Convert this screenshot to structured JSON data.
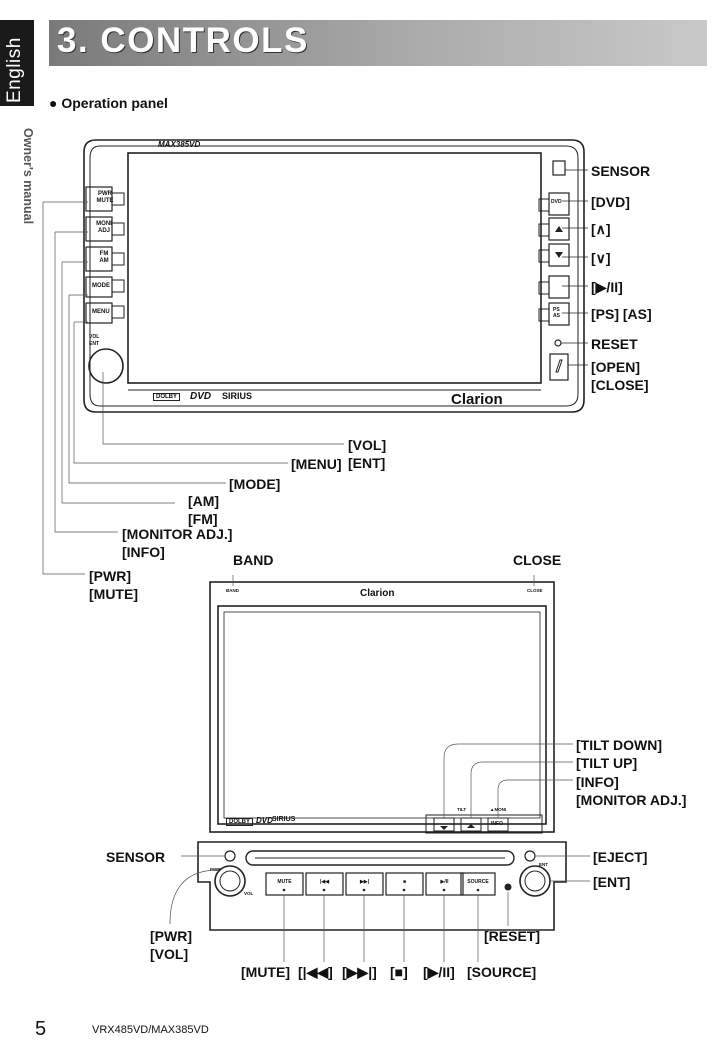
{
  "side_tab": {
    "language": "English",
    "caption": "Owner's manual"
  },
  "header": {
    "title": "3.  CONTROLS",
    "section": "● Operation panel"
  },
  "panel1": {
    "model": "MAX385VD",
    "brand": "Clarion",
    "logos": {
      "dolby": "DOLBY",
      "dvd": "DVD",
      "sirius": "SIRIUS"
    },
    "buttons": {
      "pwr": "PWR",
      "mute": "MUTE",
      "moni": "MONI",
      "adj": "ADJ",
      "fm": "FM",
      "am": "AM",
      "mode": "MODE",
      "menu": "MENU",
      "vol": "VOL",
      "ent": "ENT",
      "dvd": "DVD",
      "ps": "PS",
      "as": "AS"
    },
    "callouts_right": {
      "sensor": "SENSOR",
      "dvd": "[DVD]",
      "up": "[∧]",
      "down": "[∨]",
      "play": "[▶/II]",
      "ps_as": "[PS] [AS]",
      "reset": "RESET",
      "open": "[OPEN]",
      "close": "[CLOSE]"
    },
    "callouts_bottom": {
      "vol": "[VOL]",
      "ent": "[ENT]",
      "menu": "[MENU]",
      "mode": "[MODE]",
      "am": "[AM]",
      "fm": "[FM]",
      "monitor": "[MONITOR ADJ.]",
      "info": "[INFO]",
      "pwr": "[PWR]",
      "mute": "[MUTE]"
    }
  },
  "panel2": {
    "brand": "Clarion",
    "band_label": "BAND",
    "close_label": "CLOSE",
    "small": {
      "band": "BAND",
      "close": "CLOSE",
      "tilt": "TILT",
      "moni": "▲MONI",
      "info": "INFO",
      "pwr": "PWR",
      "vol": "VOL",
      "ent": "ENT"
    },
    "keys": [
      "MUTE",
      "|◀◀",
      "▶▶|",
      "■",
      "▶/II",
      "SOURCE"
    ],
    "callouts_right": {
      "tilt_down": "[TILT DOWN]",
      "tilt_up": "[TILT UP]",
      "info": "[INFO]",
      "monitor": "[MONITOR ADJ.]",
      "eject": "[EJECT]",
      "ent": "[ENT]",
      "reset": "[RESET]"
    },
    "callouts_left": {
      "sensor": "SENSOR",
      "pwr": "[PWR]",
      "vol": "[VOL]"
    },
    "callouts_bottom": [
      "[MUTE]",
      "[|◀◀]",
      "[▶▶|]",
      "[■]",
      "[▶/II]",
      "[SOURCE]"
    ]
  },
  "footer": {
    "page": "5",
    "model": "VRX485VD/MAX385VD"
  }
}
